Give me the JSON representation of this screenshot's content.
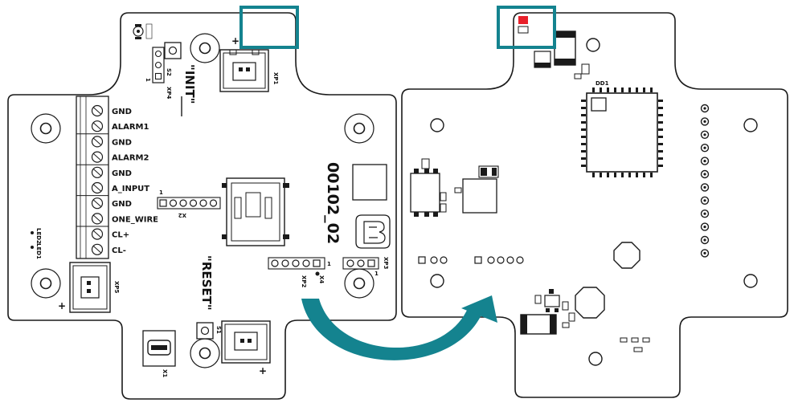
{
  "colors": {
    "accent": "#14838f",
    "led": "#e8202a",
    "outline": "#1a1a1a",
    "board": "#ffffff"
  },
  "front": {
    "terminal_labels": [
      "GND",
      "ALARM1",
      "GND",
      "ALARM2",
      "GND",
      "A_INPUT",
      "GND",
      "ONE_WIRE",
      "CL+",
      "CL-"
    ],
    "init_label": "\"INIT\"",
    "reset_label": "\"RESET\"",
    "board_id": "00102_02",
    "refs": {
      "xp1": "XP1",
      "xp2": "XP2",
      "xp3": "XP3",
      "xp4": "XP4",
      "xp5": "XP5",
      "x1": "X1",
      "x2": "X2",
      "s1": "S1",
      "s2": "S2",
      "x4": "X4"
    },
    "pin_marks": {
      "x2_pin1": "1",
      "xp2_pin1": "1",
      "xp3_pin1": "1",
      "xp4_pin1": "1"
    },
    "plus_marks": [
      "+",
      "+",
      "+"
    ]
  },
  "back": {
    "refs": {
      "dd1": "DD1"
    }
  },
  "highlight_boxes": 2,
  "arrow": "curved-arrow-front-to-back"
}
